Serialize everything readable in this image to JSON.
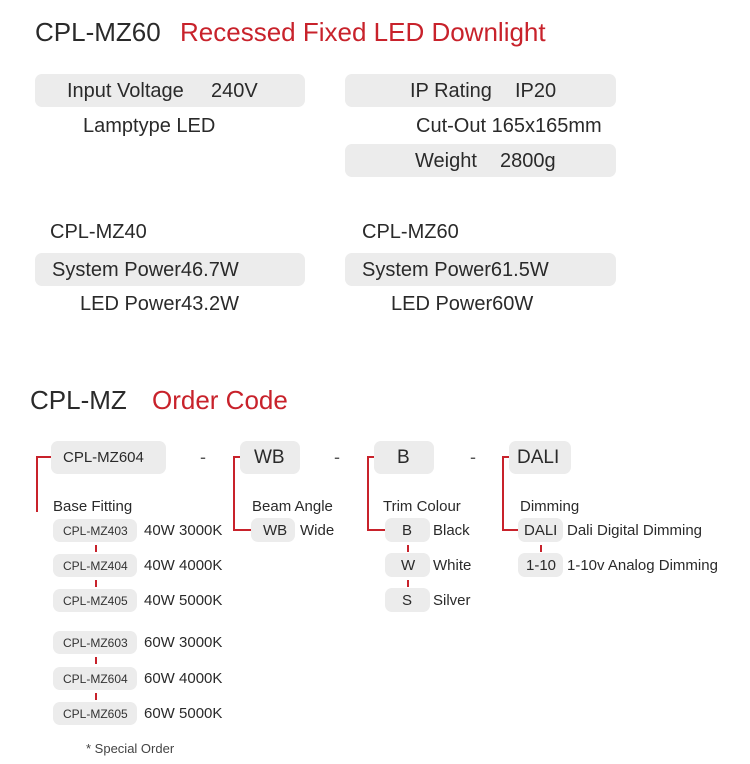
{
  "header": {
    "model": "CPL-MZ60",
    "product_name": "Recessed Fixed LED Downlight"
  },
  "specs": {
    "input_voltage": {
      "label": "Input Voltage",
      "value": "240V"
    },
    "lamptype": "Lamptype LED",
    "ip_rating": {
      "label": "IP Rating",
      "value": "IP20"
    },
    "cutout": "Cut-Out 165x165mm",
    "weight": {
      "label": "Weight",
      "value": "2800g"
    }
  },
  "models": [
    {
      "name": "CPL-MZ40",
      "system_power": "System Power46.7W",
      "led_power": "LED Power43.2W"
    },
    {
      "name": "CPL-MZ60",
      "system_power": "System Power61.5W",
      "led_power": "LED Power60W"
    }
  ],
  "order_code": {
    "prefix": "CPL-MZ",
    "title": "Order Code",
    "dash": "-",
    "segments": [
      "CPL-MZ604",
      "WB",
      "B",
      "DALI"
    ],
    "base_fitting": {
      "label": "Base Fitting",
      "options": [
        {
          "code": "CPL-MZ403",
          "desc": "40W 3000K"
        },
        {
          "code": "CPL-MZ404",
          "desc": "40W 4000K"
        },
        {
          "code": "CPL-MZ405",
          "desc": "40W 5000K"
        },
        {
          "code": "CPL-MZ603",
          "desc": "60W 3000K"
        },
        {
          "code": "CPL-MZ604",
          "desc": "60W 4000K"
        },
        {
          "code": "CPL-MZ605",
          "desc": "60W 5000K"
        }
      ]
    },
    "beam_angle": {
      "label": "Beam Angle",
      "options": [
        {
          "code": "WB",
          "desc": "Wide"
        }
      ]
    },
    "trim_colour": {
      "label": "Trim Colour",
      "options": [
        {
          "code": "B",
          "desc": "Black"
        },
        {
          "code": "W",
          "desc": "White"
        },
        {
          "code": "S",
          "desc": "Silver"
        }
      ]
    },
    "dimming": {
      "label": "Dimming",
      "options": [
        {
          "code": "DALI",
          "desc": "Dali Digital Dimming"
        },
        {
          "code": "1-10",
          "desc": "1-10v Analog Dimming"
        }
      ]
    },
    "footnote": "* Special Order",
    "accent_color": "#c8222b"
  }
}
